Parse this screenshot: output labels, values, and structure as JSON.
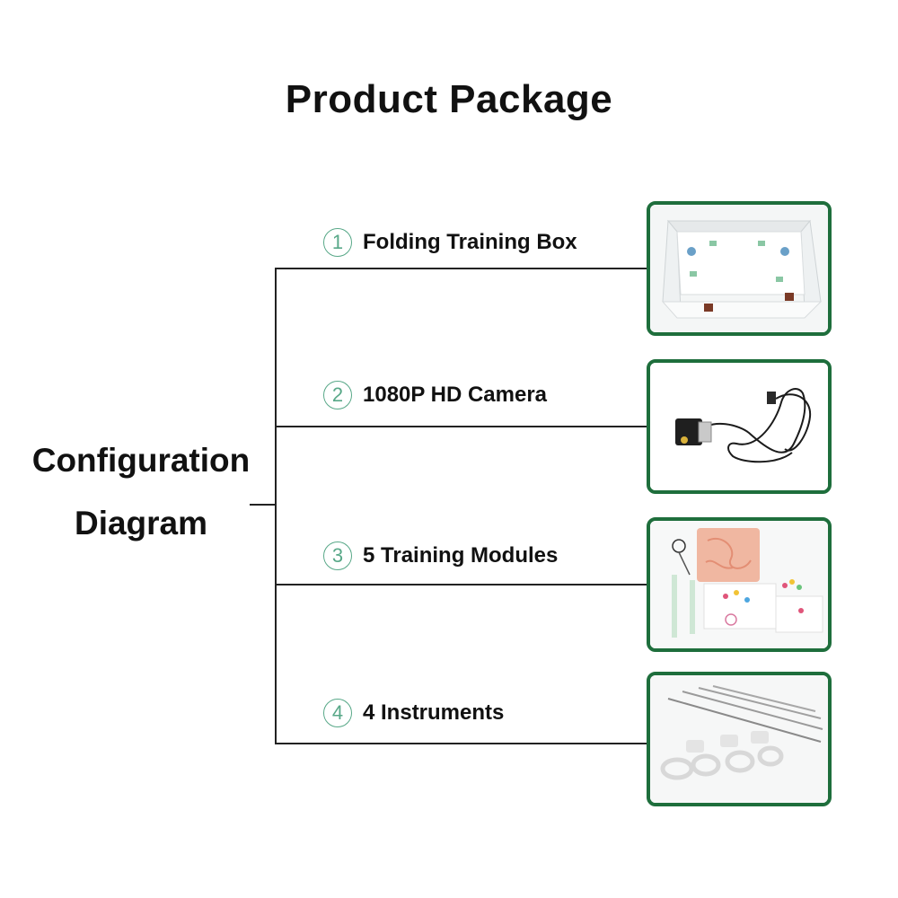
{
  "title": "Product Package",
  "side_label": {
    "line1": "Configuration",
    "line2": "Diagram"
  },
  "items": [
    {
      "number": "1",
      "label": "Folding Training Box",
      "icon": "training-box-photo"
    },
    {
      "number": "2",
      "label": "1080P HD Camera",
      "icon": "camera-photo"
    },
    {
      "number": "3",
      "label": "5 Training Modules",
      "icon": "training-modules-photo"
    },
    {
      "number": "4",
      "label": "4 Instruments",
      "icon": "instruments-photo"
    }
  ],
  "colors": {
    "frame": "#1e6e3c",
    "number": "#58a888",
    "line": "#222222"
  }
}
